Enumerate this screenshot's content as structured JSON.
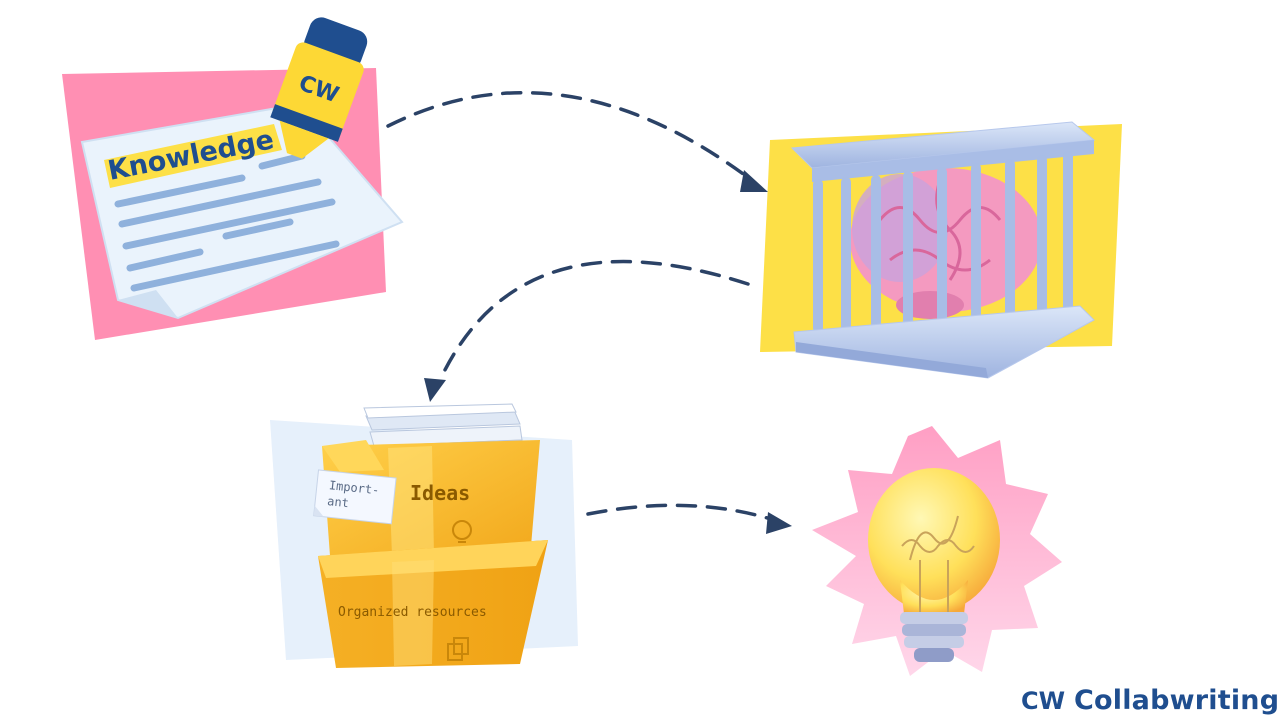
{
  "document": {
    "heading": "Knowledge",
    "marker_logo_text": "CW"
  },
  "boxes": {
    "sticky_note_line1": "Import-",
    "sticky_note_line2": "ant",
    "top_box_label": "Ideas",
    "bottom_box_label": "Organized resources"
  },
  "brand": {
    "logo_text": "CW",
    "name": "Collabwriting"
  },
  "colors": {
    "pink": "#ff8fb3",
    "yellow": "#fde047",
    "navy": "#2b4266",
    "blue": "#1f4e8f",
    "box_orange": "#f7b82a"
  }
}
